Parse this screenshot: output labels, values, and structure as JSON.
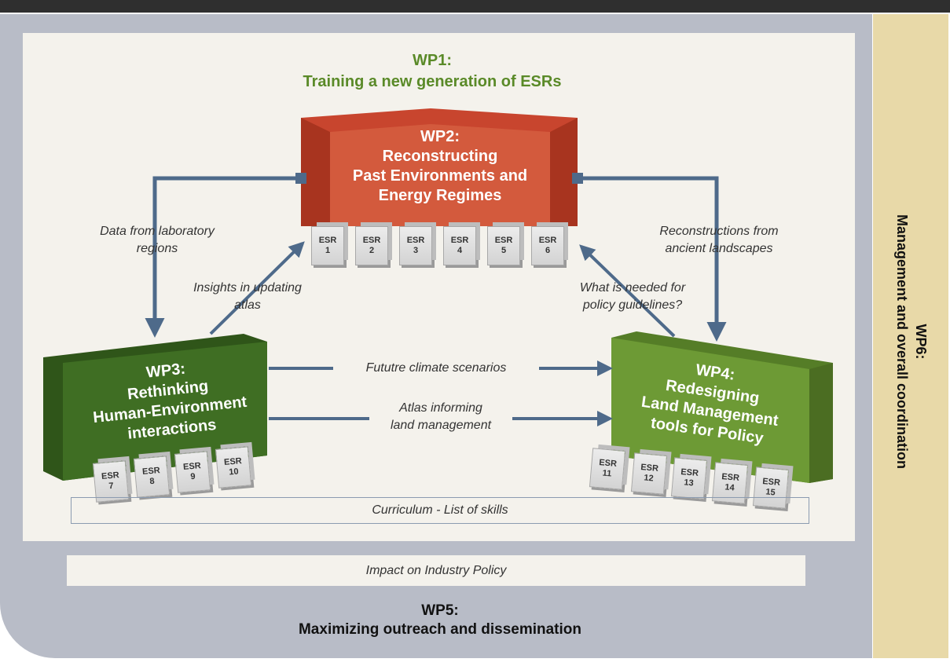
{
  "wp1": {
    "line1": "WP1:",
    "line2": "Training a new generation of ESRs"
  },
  "wp2": {
    "line1": "WP2:",
    "line2": "Reconstructing",
    "line3": "Past Environments and",
    "line4": "Energy Regimes",
    "esrs": [
      {
        "a": "ESR",
        "b": "1"
      },
      {
        "a": "ESR",
        "b": "2"
      },
      {
        "a": "ESR",
        "b": "3"
      },
      {
        "a": "ESR",
        "b": "4"
      },
      {
        "a": "ESR",
        "b": "5"
      },
      {
        "a": "ESR",
        "b": "6"
      }
    ]
  },
  "wp3": {
    "line1": "WP3:",
    "line2": "Rethinking",
    "line3": "Human-Environment",
    "line4": "interactions",
    "esrs": [
      {
        "a": "ESR",
        "b": "7"
      },
      {
        "a": "ESR",
        "b": "8"
      },
      {
        "a": "ESR",
        "b": "9"
      },
      {
        "a": "ESR",
        "b": "10"
      }
    ]
  },
  "wp4": {
    "line1": "WP4:",
    "line2": "Redesigning",
    "line3": "Land Management",
    "line4": "tools for Policy",
    "esrs": [
      {
        "a": "ESR",
        "b": "11"
      },
      {
        "a": "ESR",
        "b": "12"
      },
      {
        "a": "ESR",
        "b": "13"
      },
      {
        "a": "ESR",
        "b": "14"
      },
      {
        "a": "ESR",
        "b": "15"
      }
    ]
  },
  "labels": {
    "data_from_lab": [
      "Data from laboratory",
      "regions"
    ],
    "insights_atlas": [
      "Insights in updating",
      "atlas"
    ],
    "reconstructions": [
      "Reconstructions from",
      "ancient landscapes"
    ],
    "policy_needed": [
      "What is needed for",
      "policy guidelines?"
    ],
    "climate": "Fututre climate scenarios",
    "atlas_informing": [
      "Atlas informing",
      "land management"
    ]
  },
  "curriculum": "Curriculum - List of skills",
  "impact": "Impact on Industry Policy",
  "wp5": {
    "line1": "WP5:",
    "line2": "Maximizing outreach and dissemination"
  },
  "wp6": {
    "line1": "WP6:",
    "line2": "Management and overall coordination"
  },
  "colors": {
    "wp1_text": "#5a8a28",
    "wp2": "#c8452e",
    "wp3": "#3f6e23",
    "wp4": "#6d9a35",
    "arrow": "#4e6a8a",
    "frame": "#b8bcc7",
    "wp6_frame": "#e8d9a8"
  }
}
